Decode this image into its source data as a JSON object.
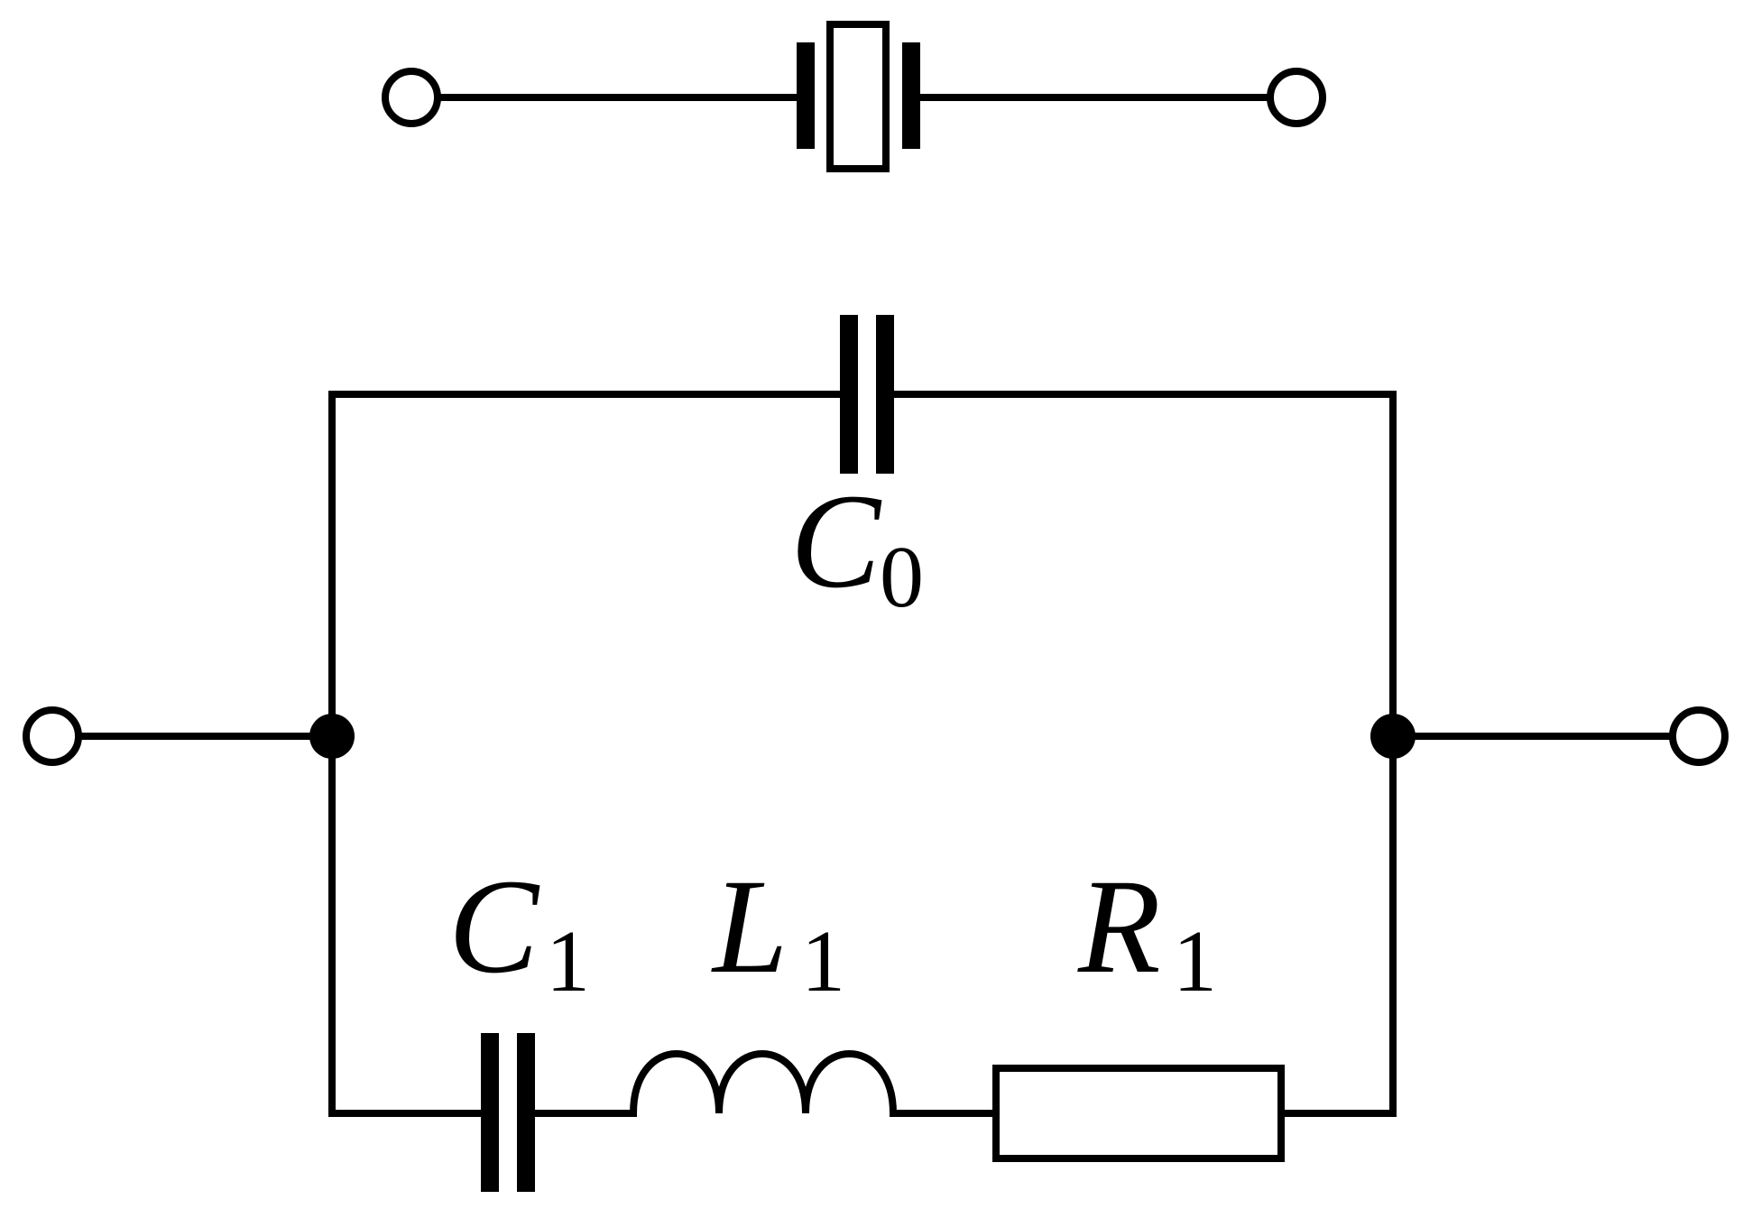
{
  "diagram": {
    "labels": {
      "c0": {
        "symbol": "C",
        "subscript": "0"
      },
      "c1": {
        "symbol": "C",
        "subscript": "1"
      },
      "l1": {
        "symbol": "L",
        "subscript": "1"
      },
      "r1": {
        "symbol": "R",
        "subscript": "1"
      }
    },
    "icons": {
      "crystal": "quartz-crystal-symbol",
      "capacitor": "capacitor-symbol",
      "inductor": "inductor-coil-symbol",
      "resistor": "resistor-rectangle-symbol",
      "terminal": "open-terminal-circle",
      "junction": "filled-junction-dot"
    },
    "colors": {
      "stroke": "#000000",
      "background": "#ffffff"
    }
  }
}
